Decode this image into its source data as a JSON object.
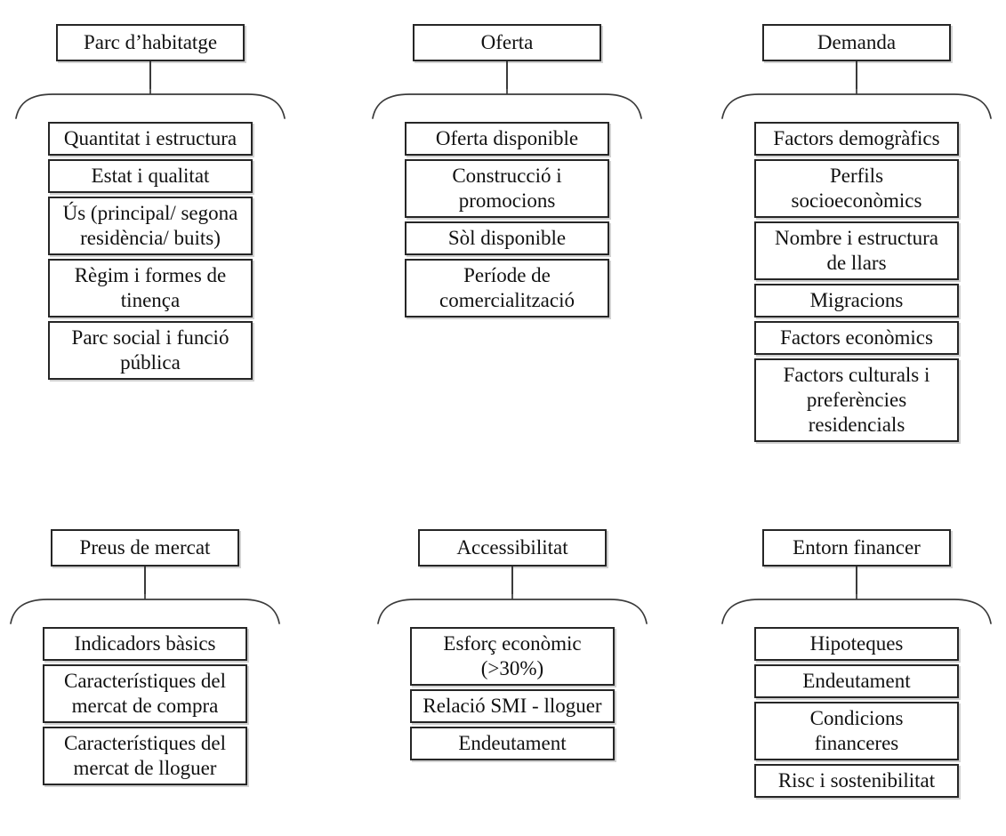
{
  "colors": {
    "line": "#3a3a3a",
    "box-border": "#262626",
    "text": "#111111",
    "background": "#ffffff"
  },
  "diagram": {
    "groups": [
      {
        "title": "Parc d’habitatge",
        "items": [
          "Quantitat i estructura",
          "Estat i qualitat",
          "Ús (principal/ segona\nresidència/ buits)",
          "Règim i formes de\ntinença",
          "Parc social i funció\npública"
        ]
      },
      {
        "title": "Oferta",
        "items": [
          "Oferta disponible",
          "Construcció i\npromocions",
          "Sòl disponible",
          "Període de\ncomercialització"
        ]
      },
      {
        "title": "Demanda",
        "items": [
          "Factors demogràfics",
          "Perfils\nsocioeconòmics",
          "Nombre i estructura\nde llars",
          "Migracions",
          "Factors econòmics",
          "Factors culturals i\npreferències\nresidencials"
        ]
      },
      {
        "title": "Preus de mercat",
        "items": [
          "Indicadors bàsics",
          "Característiques del\nmercat de compra",
          "Característiques del\nmercat de lloguer"
        ]
      },
      {
        "title": "Accessibilitat",
        "items": [
          "Esforç econòmic\n(>30%)",
          "Relació SMI - lloguer",
          "Endeutament"
        ]
      },
      {
        "title": "Entorn financer",
        "items": [
          "Hipoteques",
          "Endeutament",
          "Condicions\nfinanceres",
          "Risc i sostenibilitat"
        ]
      }
    ]
  }
}
